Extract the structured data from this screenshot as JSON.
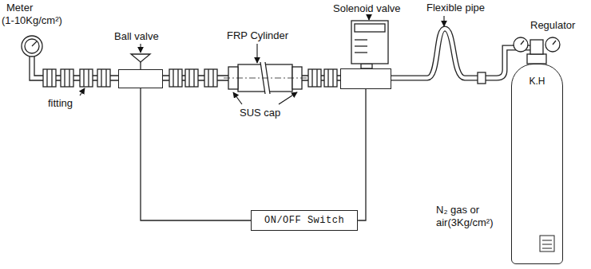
{
  "diagram": {
    "nodes": [
      {
        "text": [
          "Ball valve"
        ]
      },
      {
        "text": [
          "Solenoid valve"
        ]
      },
      {
        "text": [
          "K.H"
        ]
      },
      {
        "text": [
          "ON/OFF Switch"
        ]
      }
    ],
    "edges": [
      {
        "from": 0,
        "to": 3,
        "arrow": "none"
      },
      {
        "from": 1,
        "to": 3,
        "arrow": "none"
      }
    ],
    "labels": [
      "Meter",
      "(1-10Kg/cm²)",
      "Flexible pipe",
      "Regulator",
      "FRP Cylinder",
      "fitting",
      "SUS cap",
      "N₂ gas or air(3Kg/cm²)"
    ]
  }
}
